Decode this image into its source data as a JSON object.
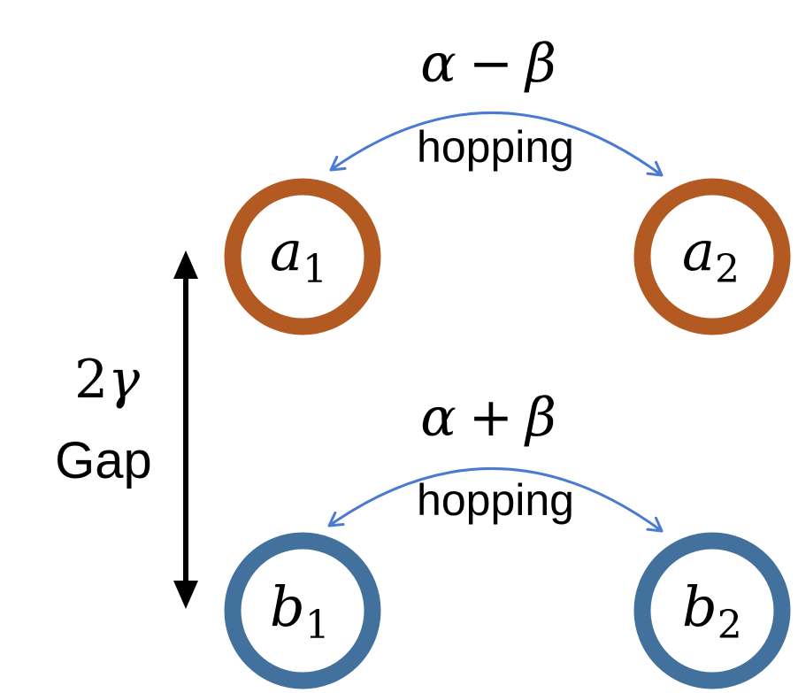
{
  "colors": {
    "upper_ring": "#B35A22",
    "lower_ring": "#41719C",
    "arrow": "#4A7BD0",
    "gap_arrow": "#000000",
    "text": "#000000"
  },
  "top_coupling": {
    "alpha": "α",
    "operator": "−",
    "beta": "β",
    "label": "hopping"
  },
  "bottom_coupling": {
    "alpha": "α",
    "operator": "+",
    "beta": "β",
    "label": "hopping"
  },
  "nodes": {
    "a1": {
      "symbol": "a",
      "subscript": "1"
    },
    "a2": {
      "symbol": "a",
      "subscript": "2"
    },
    "b1": {
      "symbol": "b",
      "subscript": "1"
    },
    "b2": {
      "symbol": "b",
      "subscript": "2"
    }
  },
  "gap": {
    "coefficient": "2",
    "symbol": "γ",
    "label": "Gap"
  }
}
